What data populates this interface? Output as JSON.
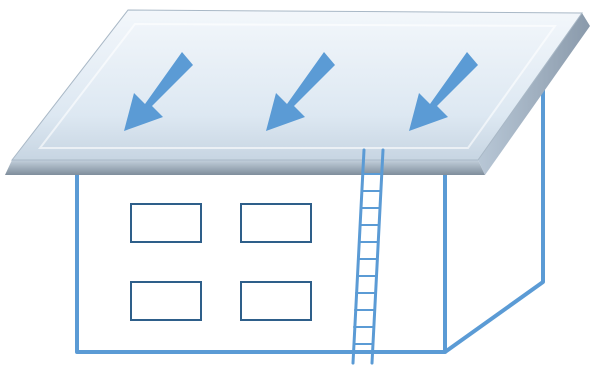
{
  "diagram": {
    "subject": "house-with-sloped-roof-and-ladder",
    "arrow_count": 3,
    "window_count": 4,
    "colors": {
      "outline": "#5b9bd5",
      "arrow": "#5b9bd5",
      "window_stroke": "#2e5f8a",
      "roof_top": "#f3f7fb",
      "roof_mid": "#dde8f2",
      "roof_edge": "#8fa1b3",
      "background": "#ffffff"
    }
  }
}
